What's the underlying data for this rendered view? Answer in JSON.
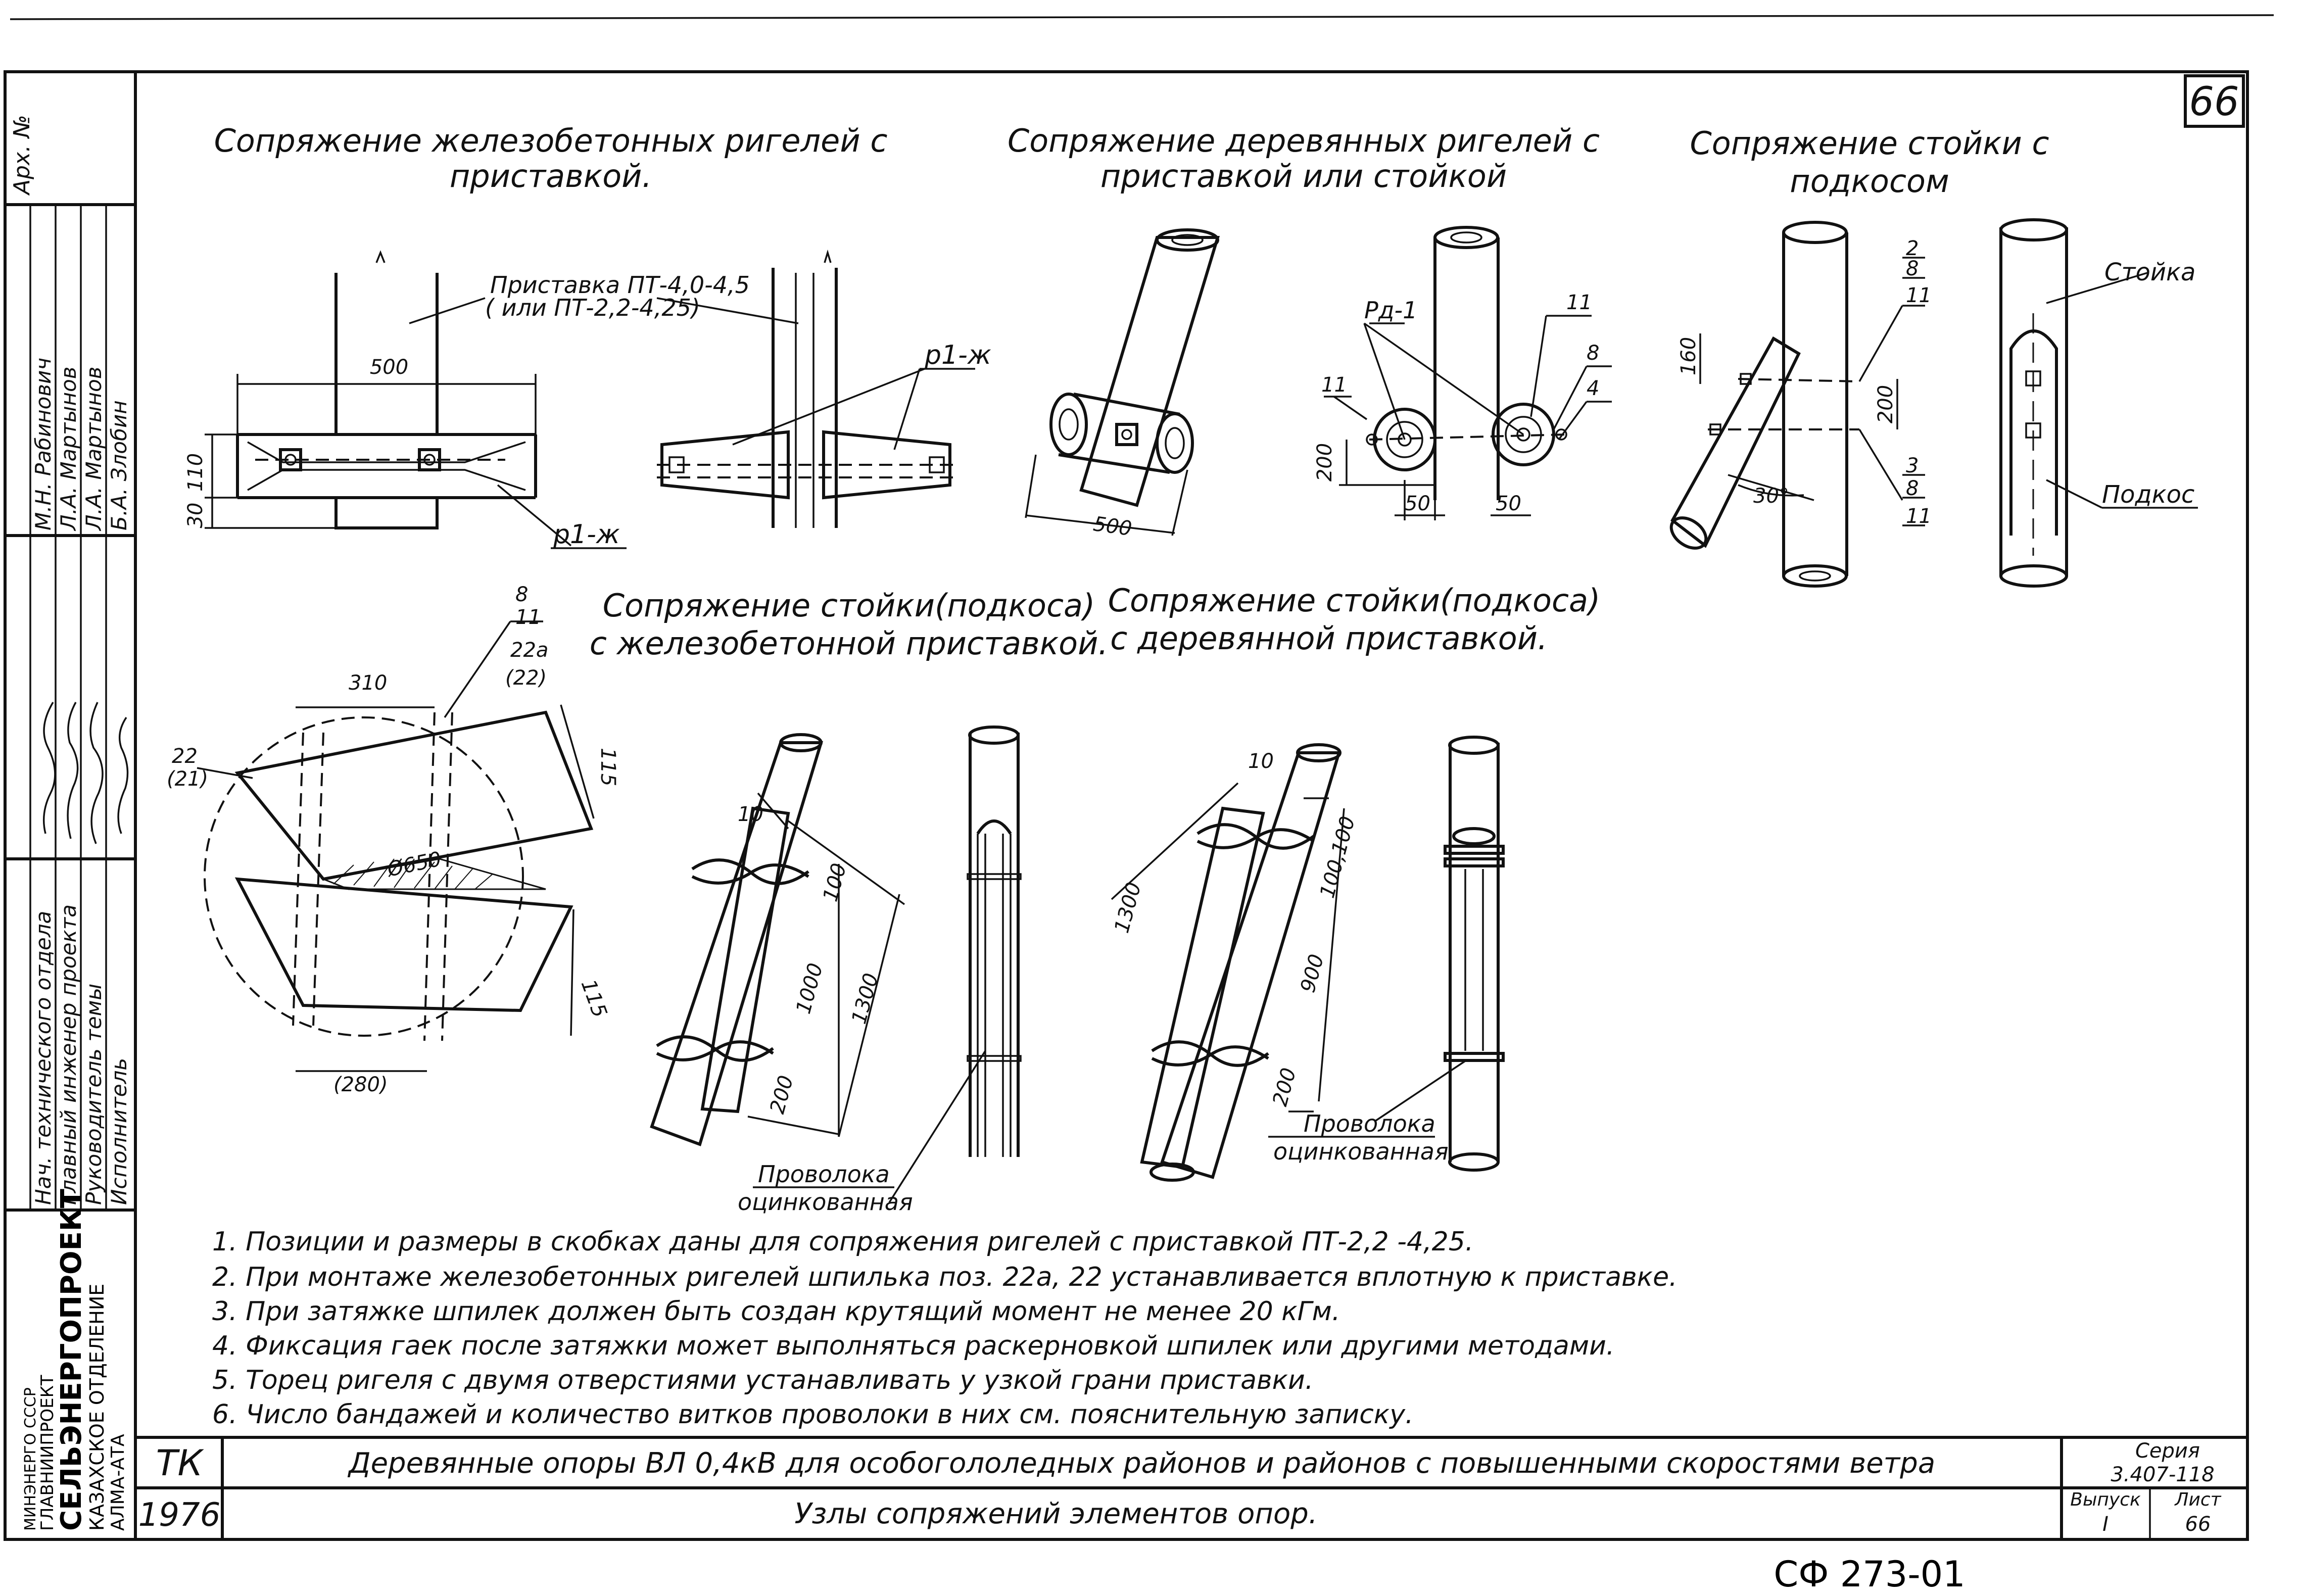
{
  "sheet": {
    "page_number": "66",
    "archive_label": "Арх. №",
    "bottom_code": "СФ 273-01"
  },
  "side_stamp": {
    "roles": [
      "Нач. технического отдела",
      "Главный инженер проекта",
      "Руководитель темы",
      "Исполнитель"
    ],
    "names": [
      "М.Н. Рабинович",
      "Л.А. Мартынов",
      "Л.А. Мартынов",
      "Б.А. Злобин"
    ],
    "org": [
      "МИНЭНЕРГО СССР",
      "ГЛАВНИИПРОЕКТ",
      "СЕЛЬЭНЕРГОПРОЕКТ",
      "КАЗАХСКОЕ ОТДЕЛЕНИЕ",
      "АЛМА-АТА"
    ]
  },
  "captions": {
    "rc_crossbar": [
      "Сопряжение железобетонных ригелей с",
      "приставкой."
    ],
    "wood_crossbar": [
      "Сопряжение деревянных ригелей с",
      "приставкой или стойкой"
    ],
    "pole_brace": [
      "Сопряжение стойки с",
      "подкосом"
    ],
    "pole_rc_attach": [
      "Сопряжение стойки(подкоса)",
      "с железобетонной приставкой."
    ],
    "pole_wood_attach": [
      "Сопряжение стойки(подкоса)",
      "с деревянной приставкой."
    ]
  },
  "labels": {
    "pristavka": [
      "Приставка ПТ-4,0-4,5",
      "( или ПТ-2,2-4,25)"
    ],
    "r1zh": "р1-ж",
    "r1zh_2": "р1-ж",
    "rg1": "Рд-1",
    "stoyka": "Стойка",
    "podkos": "Подкос",
    "wire1": [
      "Проволока",
      "оцинкованная"
    ],
    "wire2": [
      "Проволока",
      "оцинкованная"
    ]
  },
  "dims": {
    "d500a": "500",
    "d110": "110",
    "d30": "30",
    "d500b": "500",
    "d200a": "200",
    "d50a": "50",
    "d50b": "50",
    "p11a": "11",
    "p11b": "11",
    "p8a": "8",
    "p4": "4",
    "d160": "160",
    "d200b": "200",
    "d30deg": "30°",
    "s2": "2",
    "s8a": "8",
    "s11a": "11",
    "s3": "3",
    "s8b": "8",
    "s11b": "11",
    "c8": "8",
    "c11": "11",
    "c22a": "22а",
    "c22p": "(22)",
    "c310": "310",
    "c115a": "115",
    "c115b": "115",
    "c22": "22",
    "c21": "(21)",
    "c650": "Ø650",
    "c280": "(280)",
    "r10": "10",
    "r100": "100",
    "r1000": "1000",
    "r1300": "1300",
    "r200": "200",
    "w10": "10",
    "w1300": "1300",
    "w100": "100,100",
    "w900": "900",
    "w200": "200"
  },
  "notes": [
    "1. Позиции и размеры в скобках даны для сопряжения ригелей с приставкой ПТ-2,2 -4,25.",
    "2. При монтаже железобетонных ригелей шпилька поз. 22а, 22 устанавливается вплотную к приставке.",
    "3. При затяжке шпилек должен быть создан крутящий момент не менее 20 кГм.",
    "4. Фиксация гаек после затяжки может выполняться раскерновкой шпилек или другими методами.",
    "5. Торец ригеля с двумя отверстиями устанавливать у узкой грани приставки.",
    "6. Число бандажей и количество витков проволоки в них см. пояснительную записку."
  ],
  "title_block": {
    "code": "ТК",
    "year": "1976",
    "title": "Деревянные опоры ВЛ 0,4кВ для особогололедных районов и районов с повышенными скоростями ветра",
    "subtitle": "Узлы сопряжений элементов опор.",
    "series_label": "Серия",
    "series_value": "3.407-118",
    "issue_label": "Выпуск",
    "issue_value": "I",
    "sheet_label": "Лист",
    "sheet_value": "66"
  }
}
